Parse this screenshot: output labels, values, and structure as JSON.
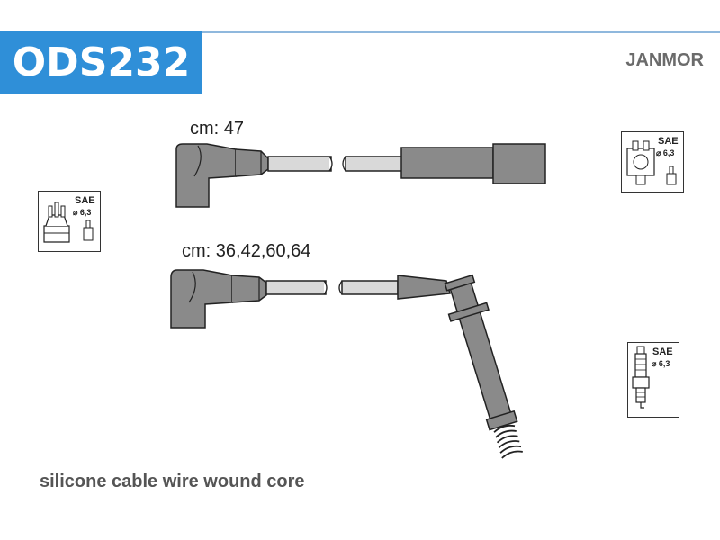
{
  "header": {
    "part_code": "ODS232",
    "brand": "JANMOR"
  },
  "cables": [
    {
      "length_label": "cm: 47"
    },
    {
      "length_label": "cm: 36,42,60,64"
    }
  ],
  "connector_icons": {
    "distributor_sae": "SAE",
    "distributor_diameter": "⌀ 6,3",
    "coil_sae": "SAE",
    "coil_diameter": "⌀ 6,3",
    "sparkplug_sae": "SAE",
    "sparkplug_diameter": "⌀ 6,3"
  },
  "footer": {
    "description": "silicone cable wire wound core"
  },
  "colors": {
    "accent": "#2f8fd8",
    "connector_fill": "#8a8a8a",
    "cable_fill": "#d9d9d9"
  }
}
